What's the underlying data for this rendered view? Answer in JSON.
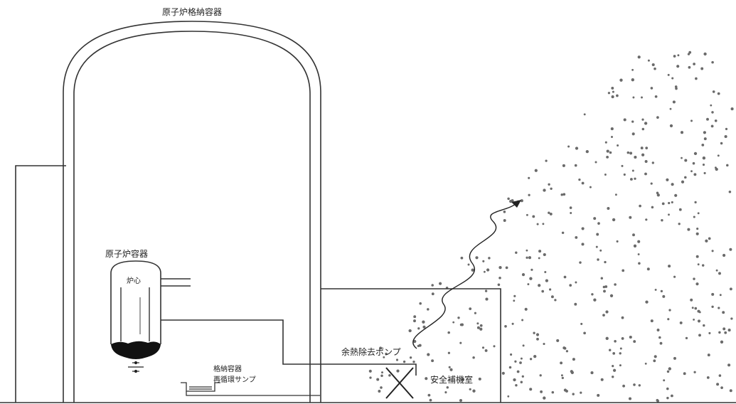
{
  "diagram": {
    "labels": {
      "containment_vessel": "原子炉格納容器",
      "reactor_vessel": "原子炉容器",
      "core": "炉心",
      "sump_line1": "格納容器",
      "sump_line2": "再循環サンプ",
      "heat_removal_pump": "余熱除去ポンプ",
      "auxiliary_building": "安全補機室"
    },
    "colors": {
      "line": "#333333",
      "particle": "#6a6a6a",
      "corium": "#111111"
    }
  }
}
